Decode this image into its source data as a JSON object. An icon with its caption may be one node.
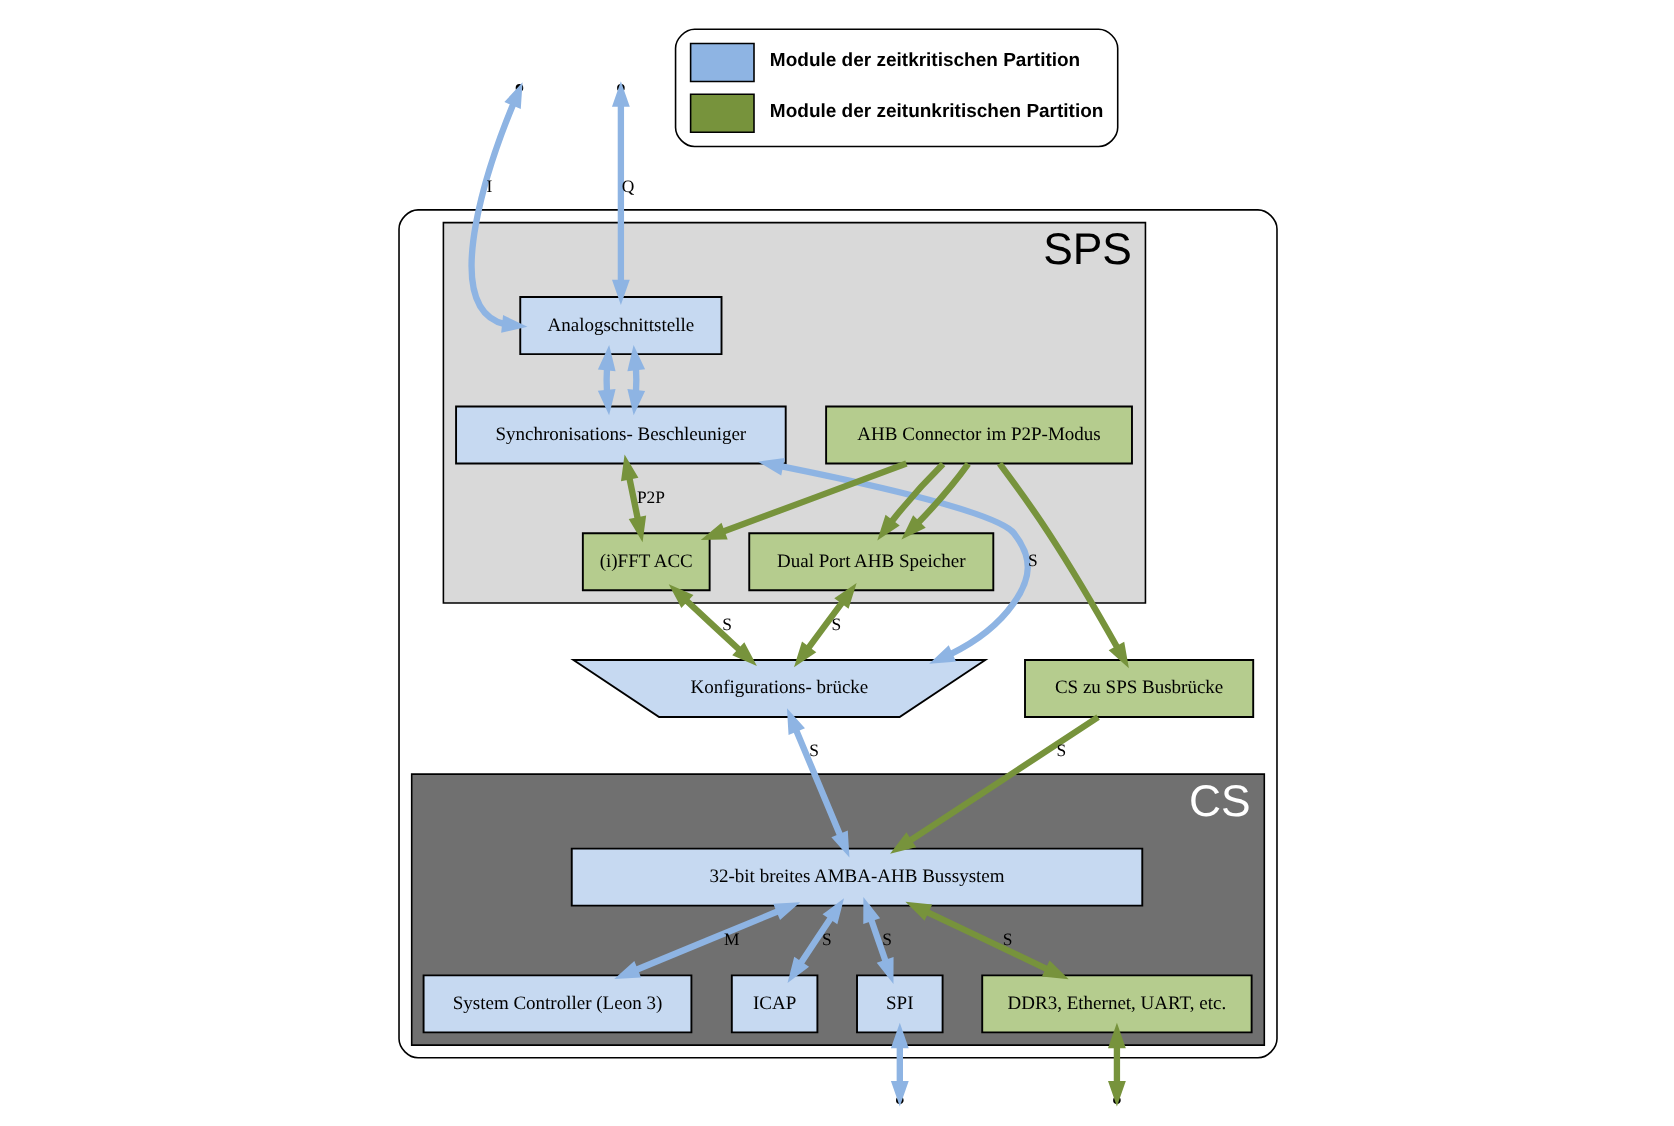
{
  "diagram": {
    "nodes": [
      {
        "text": [],
        "shape": "box"
      },
      {
        "text": [
          "SPS"
        ],
        "in": 0
      },
      {
        "text": [
          "Analogschnittstelle"
        ],
        "in": 1
      },
      {
        "text": [
          "Synchronisations- Beschleuniger"
        ],
        "in": 1
      },
      {
        "text": [
          "(i)FFT ACC"
        ],
        "in": 1
      },
      {
        "text": [
          "Dual Port AHB Speicher"
        ],
        "in": 1
      },
      {
        "text": [
          "AHB Connector im P2P-Modus"
        ],
        "in": 1
      },
      {
        "text": [
          "Konfigurations- brücke"
        ],
        "in": 0
      },
      {
        "text": [
          "CS zu SPS Busbrücke"
        ],
        "in": 0
      },
      {
        "text": [
          "CS"
        ],
        "in": 0
      },
      {
        "text": [
          "32-bit breites AMBA-AHB Bussystem"
        ],
        "in": 9
      },
      {
        "text": [
          "System Controller (Leon 3)"
        ],
        "in": 9
      },
      {
        "text": [
          "ICAP"
        ],
        "in": 9
      },
      {
        "text": [
          "SPI"
        ],
        "in": 9
      },
      {
        "text": [
          "DDR3, Ethernet, UART, etc."
        ],
        "in": 9
      }
    ],
    "edges": [
      {
        "from": null,
        "to": 2,
        "arrow": "both",
        "label": "I",
        "color": "#8eb4e3"
      },
      {
        "from": null,
        "to": 2,
        "arrow": "both",
        "label": "Q",
        "color": "#8eb4e3"
      },
      {
        "from": 2,
        "to": 3,
        "arrow": "both",
        "color": "#8eb4e3"
      },
      {
        "from": 2,
        "to": 3,
        "arrow": "both",
        "color": "#8eb4e3"
      },
      {
        "from": 3,
        "to": 4,
        "arrow": "both",
        "label": "P2P",
        "color": "#77933c"
      },
      {
        "from": 6,
        "to": 4,
        "arrow": "to",
        "color": "#77933c"
      },
      {
        "from": 6,
        "to": 5,
        "arrow": "to",
        "color": "#77933c"
      },
      {
        "from": 6,
        "to": 5,
        "arrow": "to",
        "color": "#77933c"
      },
      {
        "from": 3,
        "to": 7,
        "arrow": "both",
        "label": "S",
        "color": "#8eb4e3"
      },
      {
        "from": 4,
        "to": 7,
        "arrow": "both",
        "label": "S",
        "color": "#77933c"
      },
      {
        "from": 5,
        "to": 7,
        "arrow": "both",
        "label": "S",
        "color": "#77933c"
      },
      {
        "from": 6,
        "to": 8,
        "arrow": "to",
        "color": "#77933c"
      },
      {
        "from": 7,
        "to": 10,
        "arrow": "both",
        "label": "S",
        "color": "#8eb4e3"
      },
      {
        "from": 8,
        "to": 10,
        "arrow": "to",
        "label": "S",
        "color": "#77933c"
      },
      {
        "from": 10,
        "to": 11,
        "arrow": "both",
        "label": "M",
        "color": "#8eb4e3"
      },
      {
        "from": 10,
        "to": 12,
        "arrow": "both",
        "label": "S",
        "color": "#8eb4e3"
      },
      {
        "from": 10,
        "to": 13,
        "arrow": "both",
        "label": "S",
        "color": "#8eb4e3"
      },
      {
        "from": 10,
        "to": 14,
        "arrow": "both",
        "label": "S",
        "color": "#77933c"
      },
      {
        "from": 13,
        "to": null,
        "arrow": "both",
        "color": "#8eb4e3"
      },
      {
        "from": 14,
        "to": null,
        "arrow": "both",
        "color": "#77933c"
      }
    ],
    "legend": [
      {
        "text": "Module der zeitkritischen Partition",
        "color": "#8eb4e3"
      },
      {
        "text": "Module der zeitunkritischen Partition",
        "color": "#77933c"
      }
    ]
  }
}
